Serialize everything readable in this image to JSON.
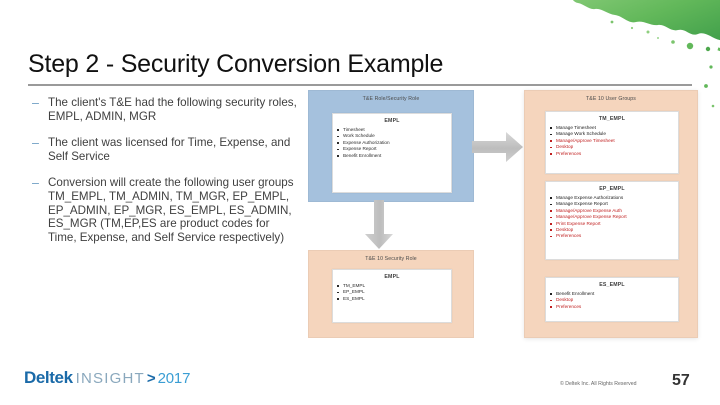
{
  "slide": {
    "title": "Step 2 - Security Conversion Example",
    "page_number": "57",
    "copyright": "© Deltek Inc. All Rights Reserved"
  },
  "logo": {
    "brand": "Deltek",
    "product": "INSIGHT",
    "chevron": ">",
    "year": "2017"
  },
  "bullets": [
    {
      "dash": "–",
      "text": "The client's T&E had the following security roles,  EMPL, ADMIN, MGR"
    },
    {
      "dash": "–",
      "text": "The client was licensed for Time, Expense, and Self Service"
    },
    {
      "dash": "–",
      "text": "Conversion will create the following user groups TM_EMPL, TM_ADMIN, TM_MGR, EP_EMPL, EP_ADMIN, EP_MGR, ES_EMPL, ES_ADMIN, ES_MGR (TM,EP,ES are product codes for Time, Expense, and Self Service respectively)"
    }
  ],
  "diagram": {
    "source_panel": {
      "header": "T&E Role/Security Role",
      "card": {
        "title": "EMPL",
        "items": [
          "Timesheet",
          "Work Schedule",
          "Expense Authorization",
          "Expense Report",
          "Benefit Enrollment"
        ]
      }
    },
    "mapped_panel": {
      "header": "T&E 10 Security Role",
      "card": {
        "title": "EMPL",
        "items": [
          "TM_EMPL",
          "EP_EMPL",
          "ES_EMPL"
        ]
      }
    },
    "target_panel": {
      "header": "T&E 10 User Groups",
      "cards": [
        {
          "title": "TM_EMPL",
          "items": [
            {
              "label": "Manage Timesheet",
              "dark": true
            },
            {
              "label": "Manage Work Schedule",
              "dark": true
            },
            {
              "label": "Manage/Approve Timesheet",
              "dark": false
            },
            {
              "label": "Desktop",
              "dark": false
            },
            {
              "label": "Preferences",
              "dark": false
            }
          ]
        },
        {
          "title": "EP_EMPL",
          "items": [
            {
              "label": "Manage Expense Authorizations",
              "dark": true
            },
            {
              "label": "Manage Expense Report",
              "dark": true
            },
            {
              "label": "Manage/Approve Expense Auth",
              "dark": false
            },
            {
              "label": "Manage/Approve Expense Report",
              "dark": false
            },
            {
              "label": "Print Expense Report",
              "dark": false
            },
            {
              "label": "Desktop",
              "dark": false
            },
            {
              "label": "Preferences",
              "dark": false
            }
          ]
        },
        {
          "title": "ES_EMPL",
          "items": [
            {
              "label": "Benefit Enrollment",
              "dark": true
            },
            {
              "label": "Desktop",
              "dark": false
            },
            {
              "label": "Preferences",
              "dark": false
            }
          ]
        }
      ]
    },
    "arrows": [
      {
        "name": "arrow-right",
        "direction": "right"
      },
      {
        "name": "arrow-down",
        "direction": "down"
      }
    ]
  },
  "colors": {
    "accent_blue": "#1a6aa8",
    "panel_blue": "#a5c1dd",
    "panel_peach": "#f5d5bd",
    "bullet_dash": "#6f9fc4",
    "list_red": "#c02020",
    "splash_green": "#6ebe5f",
    "rule_gray": "#9a9a9a"
  }
}
